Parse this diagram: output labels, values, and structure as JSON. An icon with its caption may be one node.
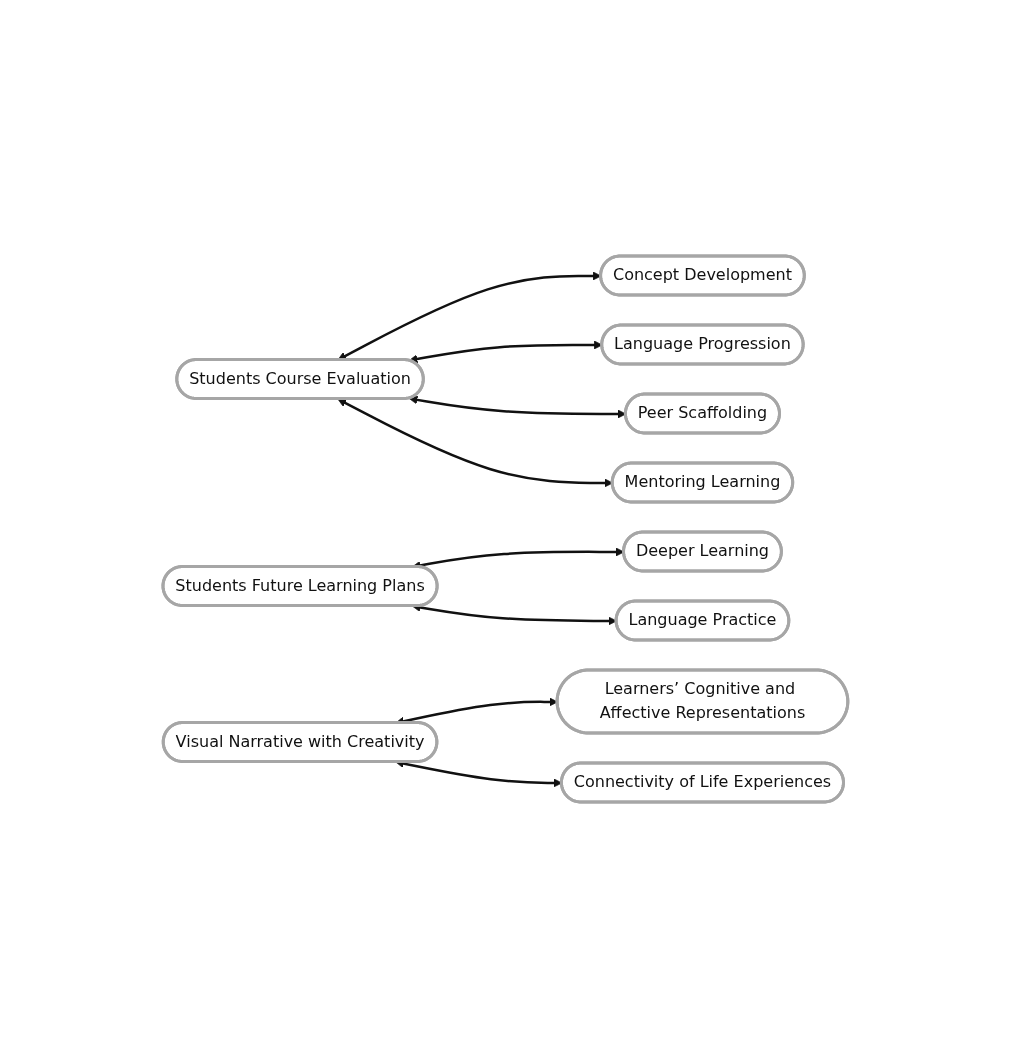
{
  "diagram": {
    "nodes": [
      {
        "text": [
          "Students Course Evaluation"
        ]
      },
      {
        "text": [
          "Concept Development"
        ]
      },
      {
        "text": [
          "Language Progression"
        ]
      },
      {
        "text": [
          "Peer Scaffolding"
        ]
      },
      {
        "text": [
          "Mentoring Learning"
        ]
      },
      {
        "text": [
          "Students Future Learning Plans"
        ]
      },
      {
        "text": [
          "Deeper Learning"
        ]
      },
      {
        "text": [
          "Language Practice"
        ]
      },
      {
        "text": [
          "Visual Narrative with Creativity"
        ]
      },
      {
        "text": [
          "Learners’ Cognitive and Affective Representations"
        ]
      },
      {
        "text": [
          "Connectivity of Life Experiences"
        ]
      }
    ],
    "edges": [
      {
        "from": 0,
        "to": 1,
        "arrow": "both"
      },
      {
        "from": 0,
        "to": 2,
        "arrow": "both"
      },
      {
        "from": 0,
        "to": 3,
        "arrow": "both"
      },
      {
        "from": 0,
        "to": 4,
        "arrow": "both"
      },
      {
        "from": 5,
        "to": 6,
        "arrow": "both"
      },
      {
        "from": 5,
        "to": 7,
        "arrow": "both"
      },
      {
        "from": 8,
        "to": 9,
        "arrow": "both"
      },
      {
        "from": 8,
        "to": 10,
        "arrow": "both"
      }
    ]
  }
}
